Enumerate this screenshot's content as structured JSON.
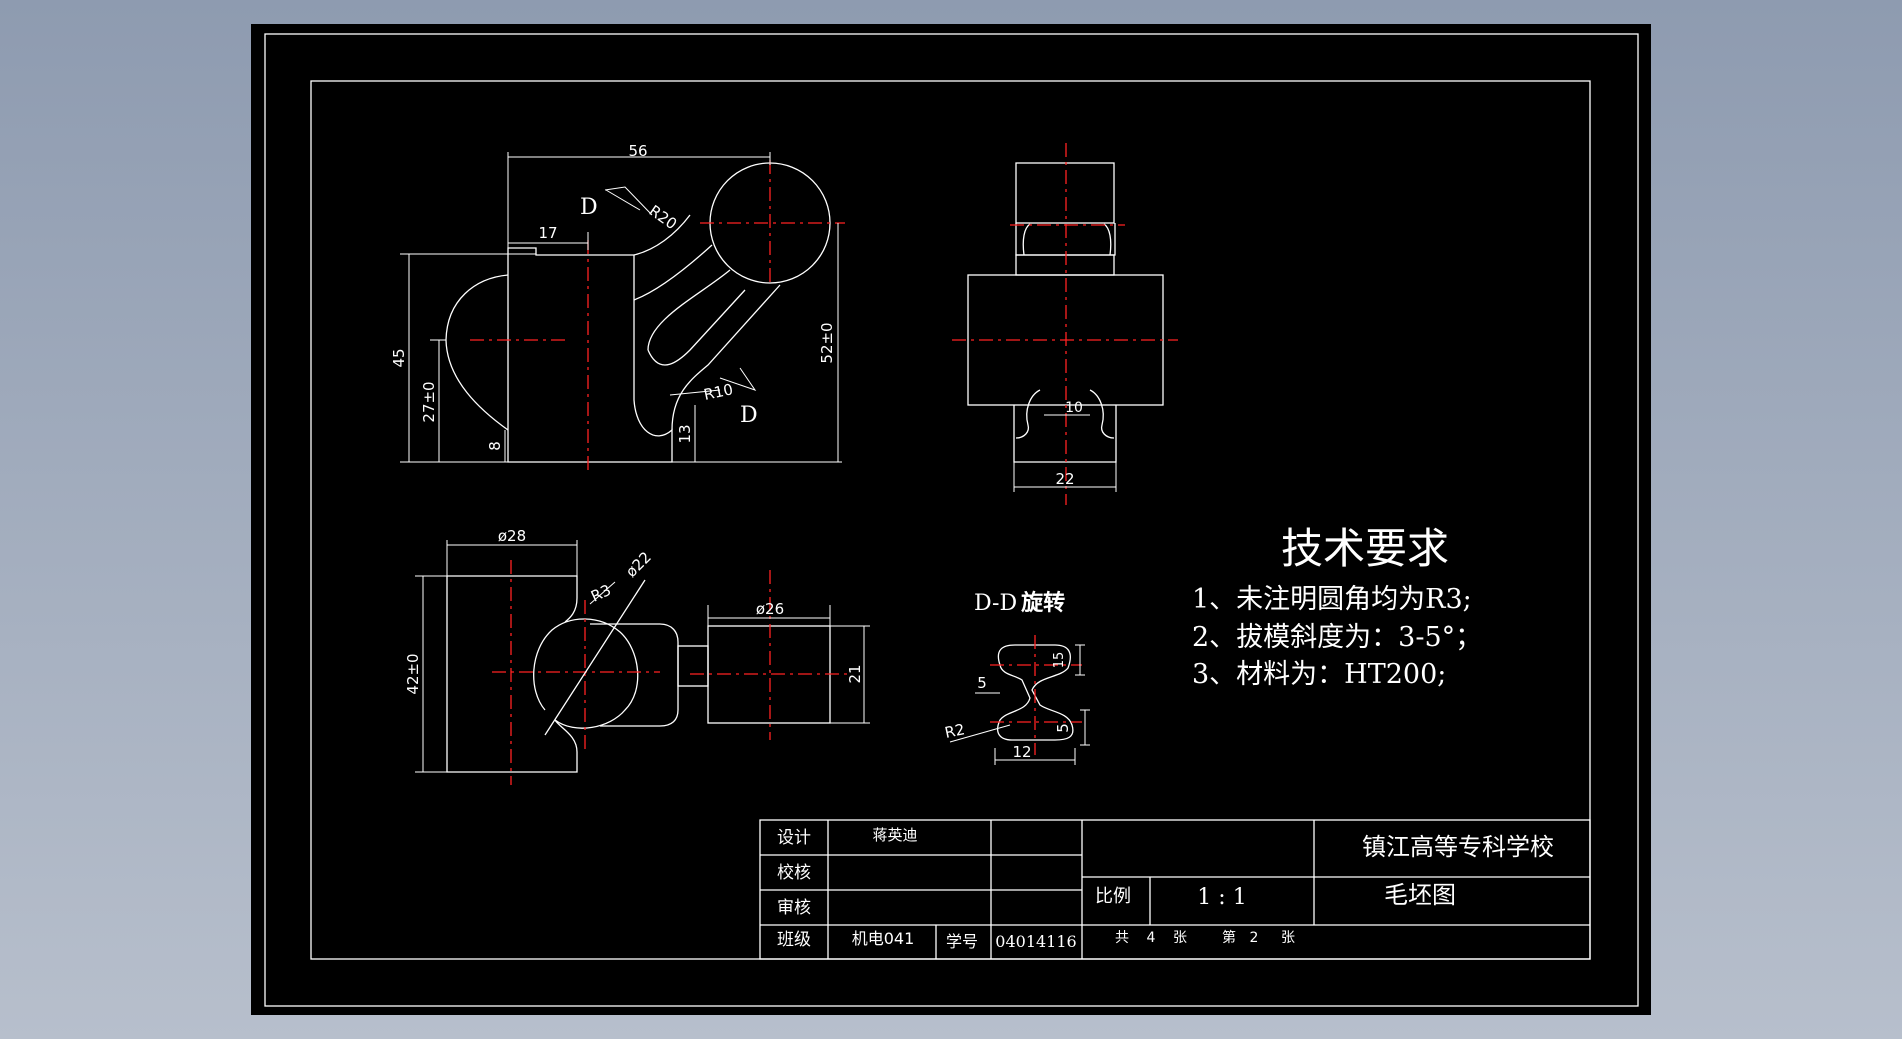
{
  "views": {
    "front": {
      "dim_56": "56",
      "dim_17": "17",
      "dim_45": "45",
      "dim_27": "27±0",
      "dim_8": "8",
      "dim_13": "13",
      "dim_52": "52±0",
      "r20": "R20",
      "r10": "R10",
      "section_mark_1": "D",
      "section_mark_2": "D"
    },
    "side": {
      "dim_10": "10",
      "dim_22": "22"
    },
    "top": {
      "dim_phi28": "ø28",
      "dim_phi22": "ø22",
      "dim_r3": "R3",
      "dim_42": "42±0",
      "dim_phi26": "ø26",
      "dim_21": "21"
    },
    "section": {
      "title_prefix": "D-D",
      "title_suffix": "旋转",
      "dim_5a": "5",
      "dim_15": "15",
      "dim_5b": "5",
      "dim_r2": "R2",
      "dim_12": "12"
    }
  },
  "requirements": {
    "title": "技术要求",
    "items": [
      "1、未注明圆角均为R3;",
      "2、拔模斜度为：3-5°；",
      "3、材料为：HT200;"
    ]
  },
  "title_block": {
    "design_label": "设计",
    "designer": "蒋英迪",
    "check_label": "校核",
    "review_label": "审核",
    "class_label": "班级",
    "class_value": "机电041",
    "student_no_label": "学号",
    "student_no": "04014116",
    "school": "镇江高等专科学校",
    "scale_label": "比例",
    "scale_value": "1 : 1",
    "drawing_name": "毛坯图",
    "sheets_total_label": "共",
    "sheets_total": "4",
    "sheets_unit_1": "张",
    "sheet_no_label": "第",
    "sheet_no": "2",
    "sheets_unit_2": "张"
  },
  "colors": {
    "background": "#000000",
    "lines": "#ffffff",
    "centerlines": "#ff2222"
  }
}
